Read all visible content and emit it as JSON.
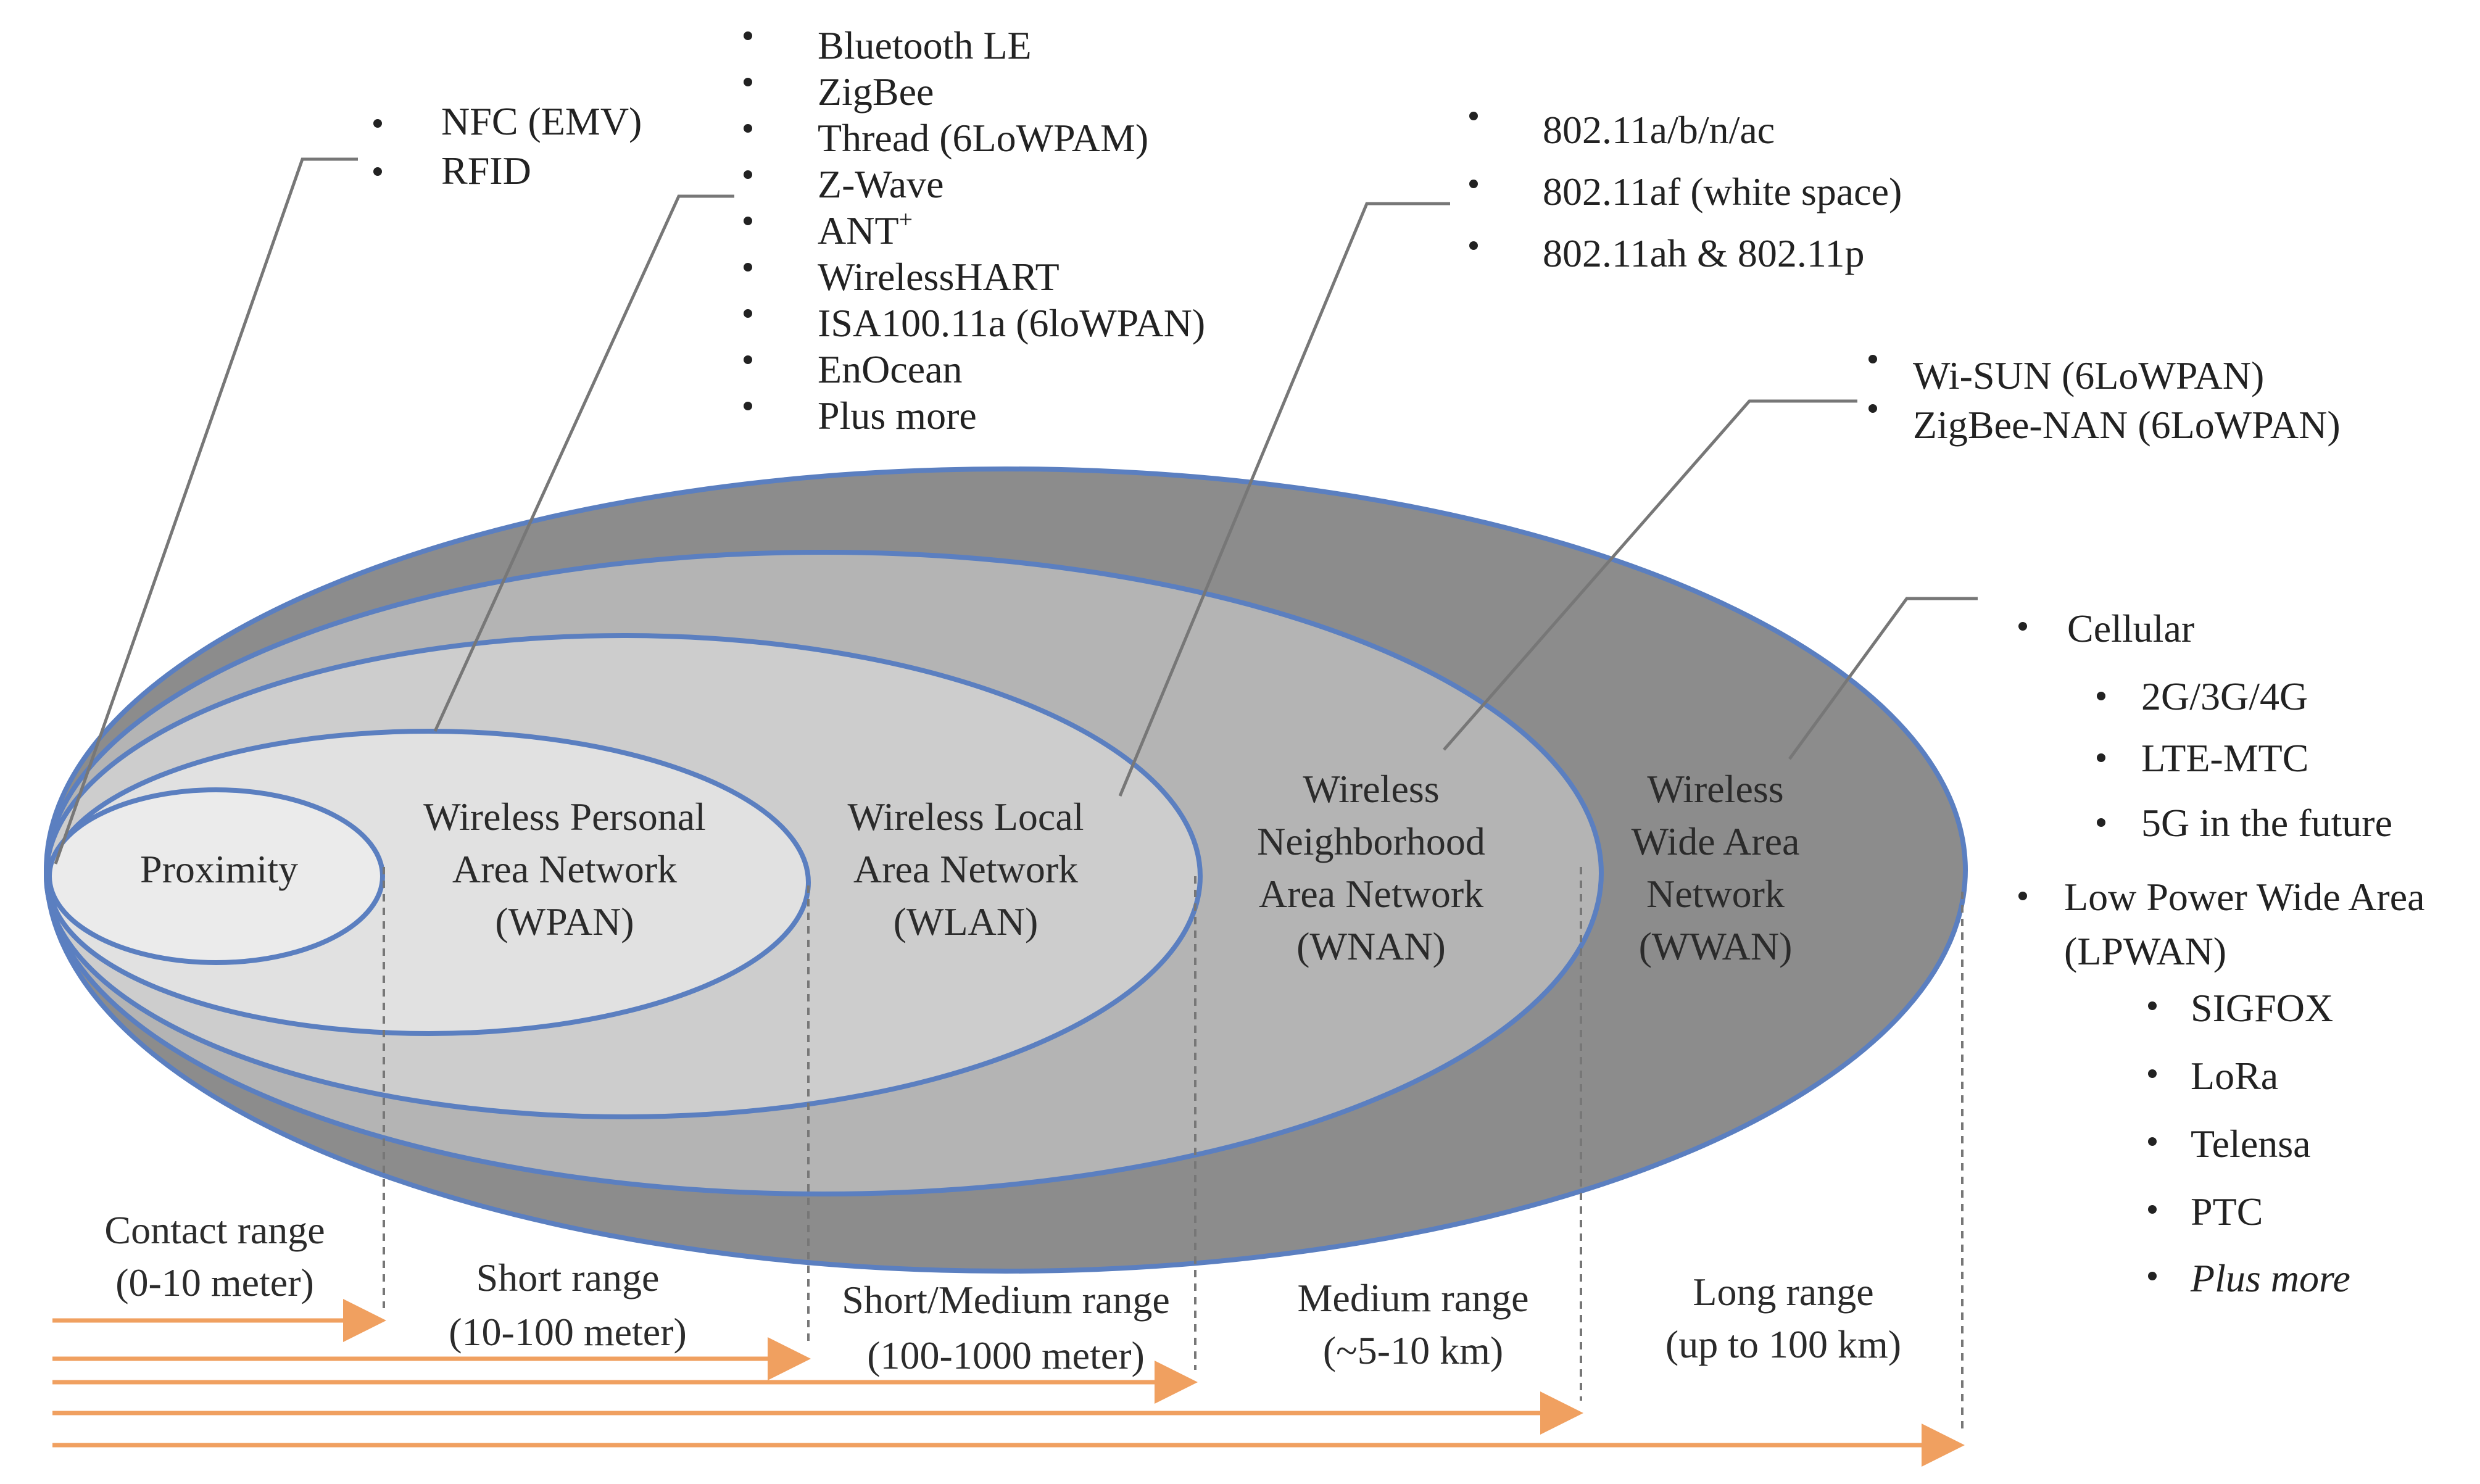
{
  "zones": {
    "proximity": {
      "lines": [
        "Proximity"
      ]
    },
    "wpan": {
      "lines": [
        "Wireless Personal",
        "Area Network",
        "(WPAN)"
      ]
    },
    "wlan": {
      "lines": [
        "Wireless Local",
        "Area Network",
        "(WLAN)"
      ]
    },
    "wnan": {
      "lines": [
        "Wireless",
        "Neighborhood",
        "Area Network",
        "(WNAN)"
      ]
    },
    "wwan": {
      "lines": [
        "Wireless",
        "Wide Area",
        "Network",
        "(WWAN)"
      ]
    }
  },
  "callouts": {
    "proximity": [
      "NFC (EMV)",
      "RFID"
    ],
    "wpan": [
      "Bluetooth LE",
      "ZigBee",
      "Thread (6LoWPAM)",
      "Z-Wave",
      "ANT",
      "WirelessHART",
      "ISA100.11a (6loWPAN)",
      "EnOcean",
      "Plus more"
    ],
    "wpan_superscript": "+",
    "wlan": [
      "802.11a/b/n/ac",
      "802.11af (white space)",
      "802.11ah & 802.11p"
    ],
    "wnan": [
      "Wi-SUN (6LoWPAN)",
      "ZigBee-NAN (6LoWPAN)"
    ],
    "wwan": {
      "cellular": "Cellular",
      "cellular_items": [
        "2G/3G/4G",
        "LTE-MTC",
        "5G in the future"
      ],
      "lpwan_lines": [
        "Low Power Wide Area",
        "(LPWAN)"
      ],
      "lpwan_items": [
        "SIGFOX",
        "LoRa",
        "Telensa",
        "PTC",
        "Plus more"
      ]
    }
  },
  "ranges": [
    {
      "lines": [
        "Contact range",
        "(0-10 meter)"
      ]
    },
    {
      "lines": [
        "Short range",
        "(10-100 meter)"
      ]
    },
    {
      "lines": [
        "Short/Medium range",
        "(100-1000 meter)"
      ]
    },
    {
      "lines": [
        "Medium range",
        "(~5-10 km)"
      ]
    },
    {
      "lines": [
        "Long range",
        "(up to 100 km)"
      ]
    }
  ],
  "colors": {
    "outer_ellipse": "#8c8c8c",
    "wnan_ellipse": "#b4b4b4",
    "wlan_ellipse": "#cdcdcd",
    "wpan_ellipse": "#e1e1e1",
    "proximity_ellipse": "#ebebeb",
    "ellipse_stroke": "#5b7fc0",
    "leader_line": "#777777",
    "arrow": "#f0a060",
    "dashed": "#777777"
  }
}
